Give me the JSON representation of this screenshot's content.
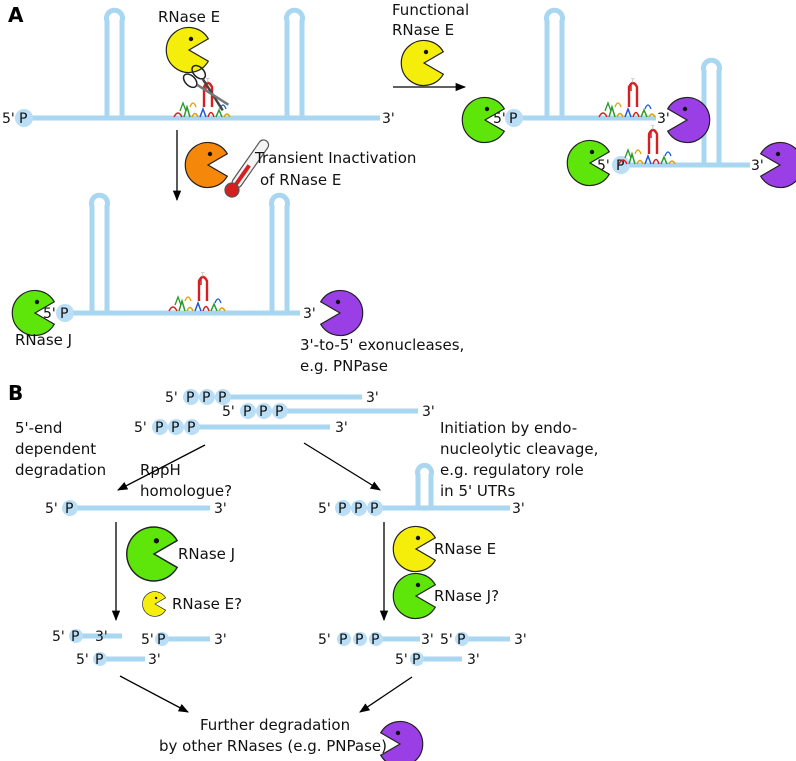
{
  "panel_a": {
    "label": "A",
    "rnase_e_top": "RNase E",
    "functional_1": "Functional",
    "functional_2": "RNase E",
    "transient_1": "Transient Inactivation",
    "transient_2": "of RNase E",
    "rnase_j": "RNase J",
    "exo_1": "3'-to-5' exonucleases,",
    "exo_2": "e.g. PNPase"
  },
  "panel_b": {
    "label": "B",
    "fiveend_1": "5'-end",
    "fiveend_2": "dependent",
    "fiveend_3": "degradation",
    "rpph_1": "RppH",
    "rpph_2": "homologue?",
    "init_1": "Initiation by endo-",
    "init_2": "nucleolytic cleavage,",
    "init_3": "e.g. regulatory role",
    "init_4": "in 5' UTRs",
    "rnase_j_left": "RNase J",
    "rnase_e_q": "RNase E?",
    "rnase_e_right": "RNase E",
    "rnase_j_q": "RNase J?",
    "further_1": "Further degradation",
    "further_2": "by other RNases (e.g. PNPase)"
  },
  "rna_labels": {
    "five_prime": "5'",
    "three_prime": "3'",
    "phosphate": "P"
  },
  "colors": {
    "rna": "#a9d6f0",
    "rnase_e": "#f5ee0a",
    "rnase_j": "#5ee60a",
    "rnase_e_inactive": "#f5870a",
    "exonuclease": "#9a3ee6"
  }
}
